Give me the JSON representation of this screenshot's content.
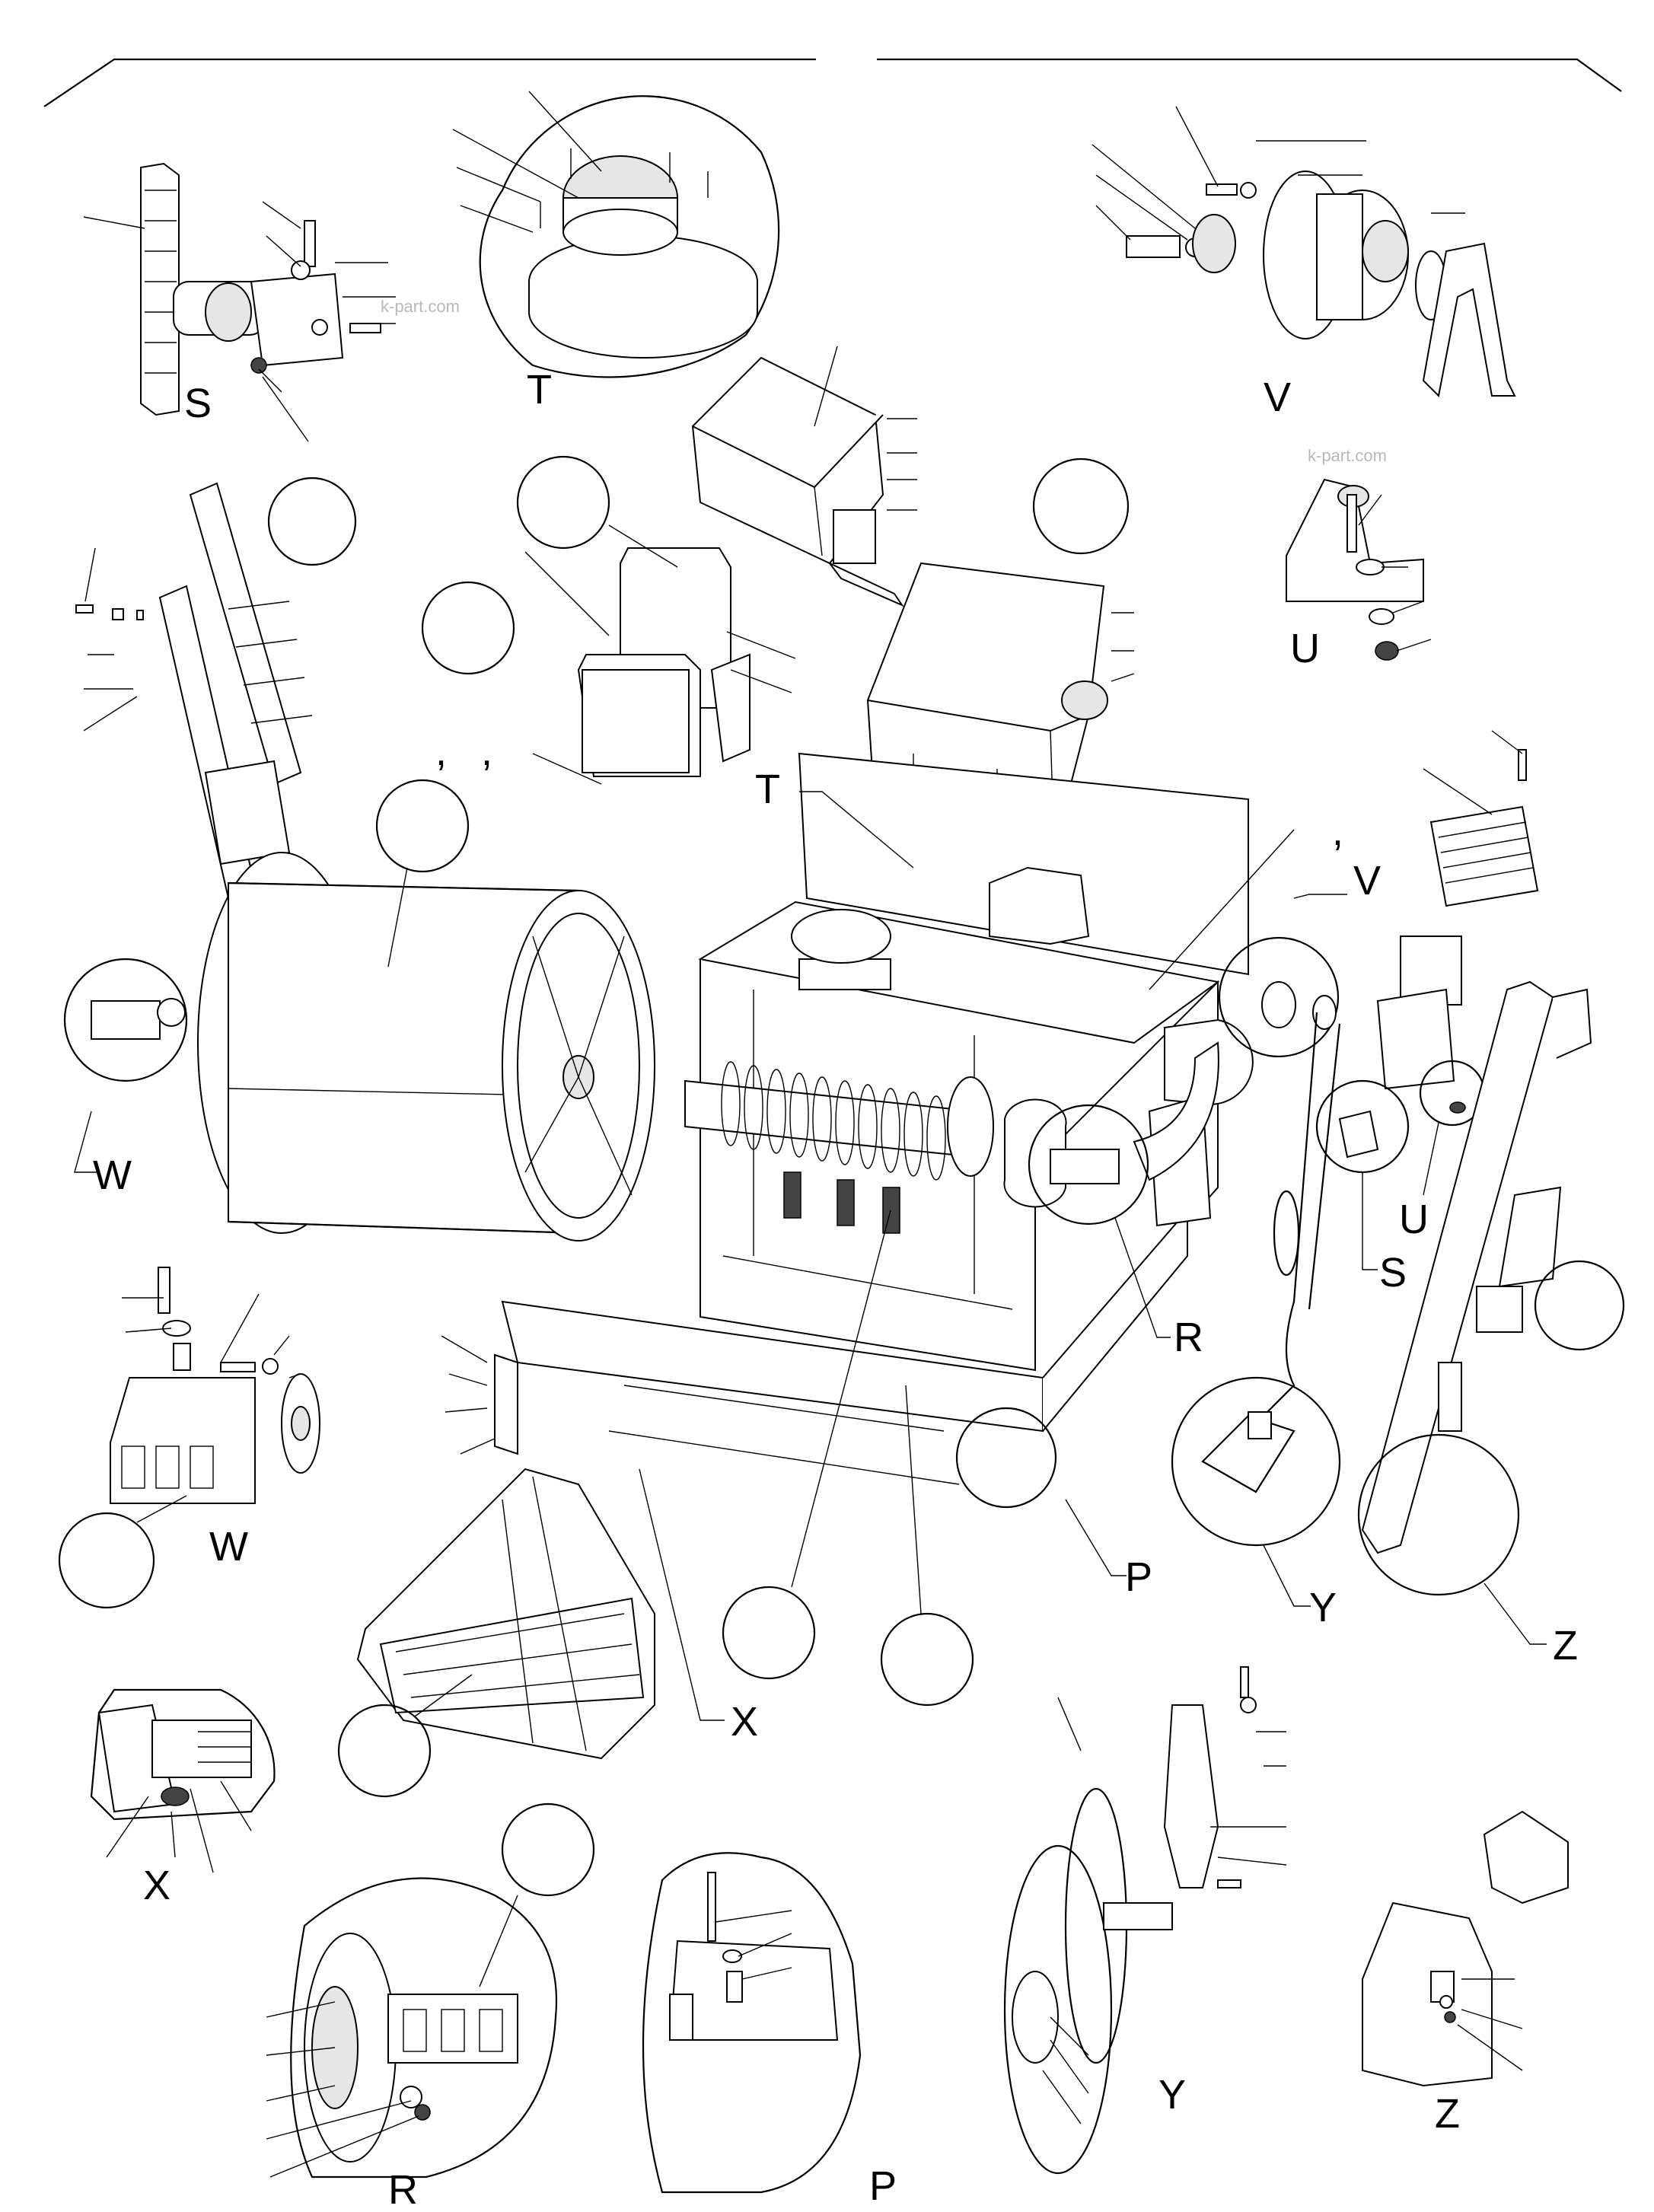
{
  "diagram": {
    "detail_labels": {
      "S_top": "S",
      "T_top": "T",
      "V_top": "V",
      "U_top": "U",
      "T_mid": "T",
      "V_mid": "V",
      "W_left": "W",
      "U_mid": "U",
      "S_mid": "S",
      "R_mid": "R",
      "W_low": "W",
      "P_mid": "P",
      "Y_mid": "Y",
      "Z_mid": "Z",
      "X_mid": "X",
      "X_low": "X",
      "Y_low": "Y",
      "Z_low": "Z",
      "R_low": "R",
      "P_low": "P"
    },
    "stray_marks": {
      "comma_a": ",",
      "comma_b": ",",
      "comma_c": ","
    },
    "watermarks": [
      "k-part.com",
      "k-part.com"
    ]
  }
}
